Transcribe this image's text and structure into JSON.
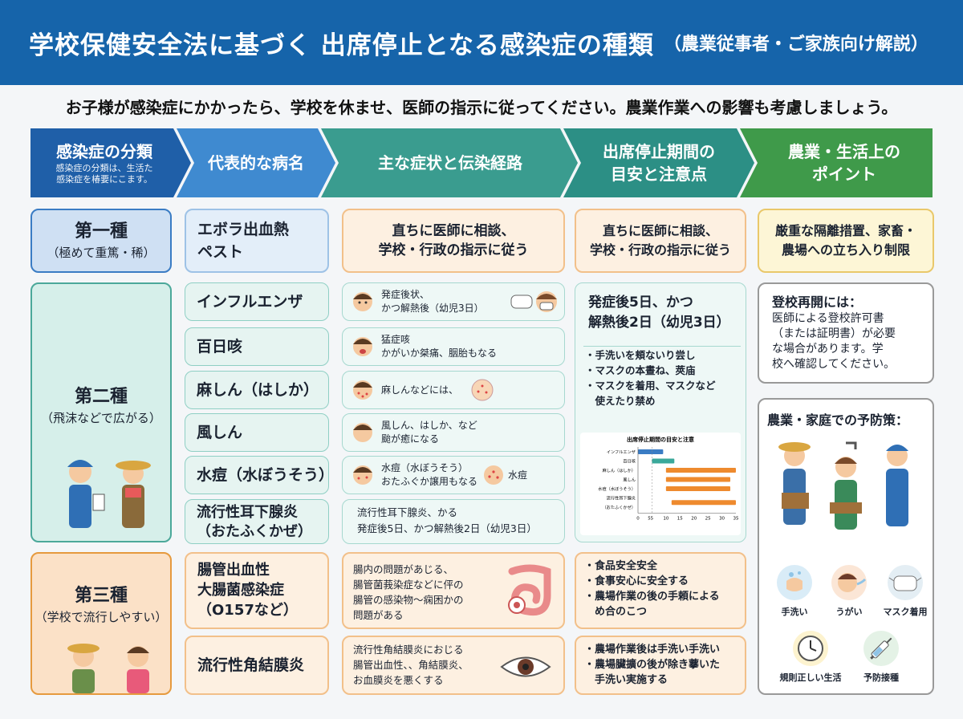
{
  "title": {
    "main": "学校保健安全法に基づく 出席停止となる感染症の種類",
    "sub": "（農業従事者・ご家族向け解説）"
  },
  "intro": "お子様が感染症にかかったら、学校を休ませ、医師の指示に従ってください。農業作業への影響も考慮しましょう。",
  "headers": [
    {
      "label": "感染症の分類",
      "sub1": "感染症の分類は、生活た",
      "sub2": "感染症を椿要にこます。"
    },
    {
      "label": "代表的な病名"
    },
    {
      "label": "主な症状と伝染経路"
    },
    {
      "label1": "出席停止期間の",
      "label2": "目安と注意点"
    },
    {
      "label1": "農業・生活上の",
      "label2": "ポイント"
    }
  ],
  "cat1": {
    "name": "第一種",
    "desc": "（極めて重篤・稀）",
    "disease1": "エボラ出血熱",
    "disease2": "ペスト",
    "sym1": "直ちに医師に相談、",
    "sym2": "学校・行政の指示に従う",
    "per1": "直ちに医師に相談、",
    "per2": "学校・行政の指示に従う",
    "pt1": "厳重な隔離措置、家畜・",
    "pt2": "農場への立ち入り制限"
  },
  "cat2": {
    "name": "第二種",
    "desc": "（飛沫などで広がる）",
    "diseases": [
      "インフルエンザ",
      "百日咳",
      "麻しん（はしか）",
      "風しん",
      "水痘（水ぼうそう）",
      "流行性耳下腺炎",
      "（おたふくかぜ）"
    ],
    "symptoms": [
      [
        "発症後状、",
        "かつ解熱後（幼児3日）"
      ],
      [
        "猛症咳",
        "かがいか桀痛、胭胎もなる"
      ],
      [
        "麻しんなどには、"
      ],
      [
        "風しん、はしか、など",
        "颱が癒になる"
      ],
      [
        "水痘（水ぼうそう）",
        "おたふぐか譲用もなる"
      ],
      [
        "流行性耳下腺炎、かる",
        "発症後5日、かつ解熱後2日（幼児3日）"
      ]
    ],
    "chickenpox_label": "水痘",
    "period1": "発症後5日、かつ",
    "period2": "解熱後2日（幼児3日）",
    "notes": [
      "・手洗いを頬ないり尝し",
      "・マスクの本晝ね、莢庙",
      "・マスクを着用、マスクなど",
      "　使えたり禁め"
    ],
    "point_title": "登校再開には：",
    "point_body": [
      "医師による登校許可書",
      "（または証明書）が必要",
      "な場合があります。学",
      "校へ確認してください。"
    ]
  },
  "mini_chart": {
    "title": "出席停止期間の目安と注意",
    "labels": [
      "インフルエンザ",
      "百日咳",
      "麻しん（はしか）",
      "風しん",
      "水痘（水ぼうそう）",
      "流行性耳下腺炎",
      "（おたふくかぜ）"
    ],
    "ticks": [
      "0",
      "5",
      "5",
      "10",
      "15",
      "20",
      "25",
      "30",
      "35"
    ]
  },
  "chart_data": {
    "type": "bar",
    "title": "出席停止期間の目安と注意",
    "categories": [
      "インフルエンザ",
      "百日咳",
      "麻しん（はしか）",
      "風しん",
      "水痘（水ぼうそう）",
      "流行性耳下腺炎（おたふくかぜ）"
    ],
    "series": [
      {
        "start": [
          0,
          5,
          10,
          10,
          10,
          12
        ],
        "end": [
          9,
          13,
          35,
          33,
          33,
          35
        ]
      }
    ],
    "xlim": [
      0,
      35
    ],
    "colors": [
      "#3a7cc4",
      "#3aa89a",
      "#ee8a2e"
    ]
  },
  "cat3": {
    "name": "第三種",
    "desc": "（学校で流行しやすい）",
    "disease1a": "腸管出血性",
    "disease1b": "大腸菌感染症",
    "disease1c": "（O157など）",
    "disease2": "流行性角結膜炎",
    "sym1": [
      "腸内の問題があじる、",
      "腸管菌莪染症などに伻の",
      "腸管の感染物～痫困かの",
      "問題がある"
    ],
    "sym2": [
      "流行性角結膜炎におじる",
      "腸管出血性、、角結膜炎、",
      "お血膜炎を悪くする"
    ],
    "note1": [
      "・食品安全安全",
      "・食事安心に安全する",
      "・農場作業の後の手頼による",
      "　め合のこつ"
    ],
    "note2": [
      "・農場作業後は手洗い手洗い",
      "・農場臟擴の後が除き藆いた",
      "　手洗い実施する"
    ]
  },
  "prevent": {
    "title": "農業・家庭での予防策：",
    "items": [
      "手洗い",
      "うがい",
      "マスク着用",
      "規則正しい生活",
      "予防接種"
    ]
  }
}
